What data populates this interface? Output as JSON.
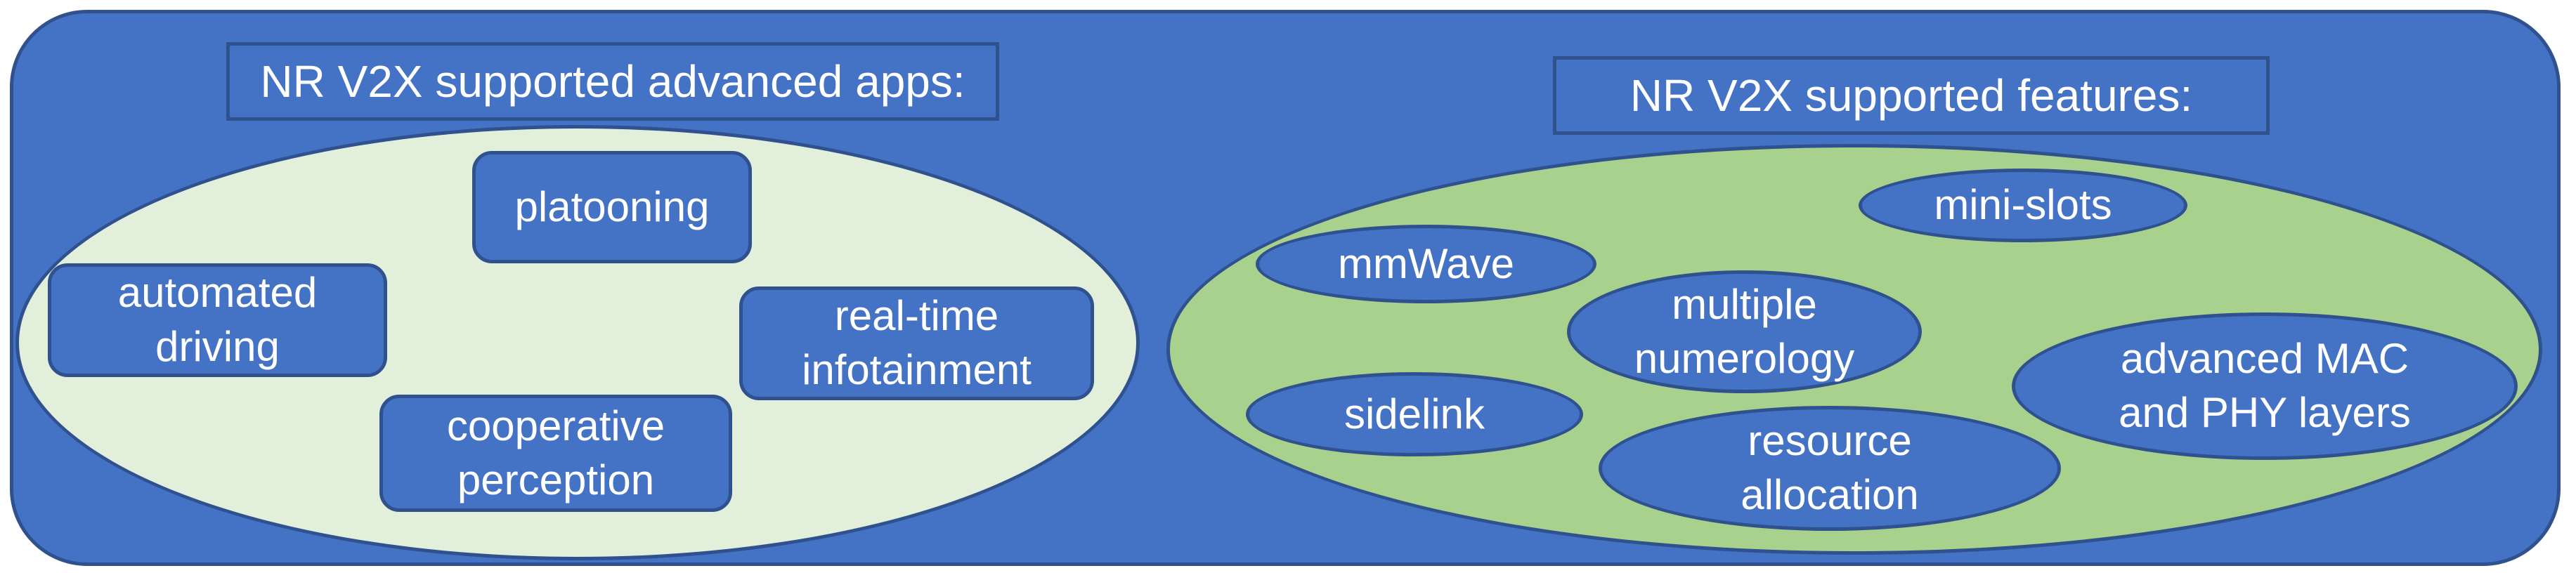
{
  "colors": {
    "panel_fill": "#4472c4",
    "panel_border": "#2f528f",
    "apps_ellipse_fill": "#e2efda",
    "features_ellipse_fill": "#a9d18e",
    "text": "#ffffff"
  },
  "apps": {
    "title": "NR V2X supported advanced apps:",
    "items": [
      {
        "id": "platooning",
        "label": "platooning"
      },
      {
        "id": "automated-driving",
        "label": "automated\ndriving"
      },
      {
        "id": "real-time-infotainment",
        "label": "real-time\ninfotainment"
      },
      {
        "id": "cooperative-perception",
        "label": "cooperative\nperception"
      }
    ]
  },
  "features": {
    "title": "NR V2X supported features:",
    "items": [
      {
        "id": "mini-slots",
        "label": "mini-slots"
      },
      {
        "id": "mmwave",
        "label": "mmWave"
      },
      {
        "id": "multiple-numerology",
        "label": "multiple\nnumerology"
      },
      {
        "id": "advanced-mac-phy",
        "label": "advanced MAC\nand PHY layers"
      },
      {
        "id": "sidelink",
        "label": "sidelink"
      },
      {
        "id": "resource-allocation",
        "label": "resource\nallocation"
      }
    ]
  }
}
